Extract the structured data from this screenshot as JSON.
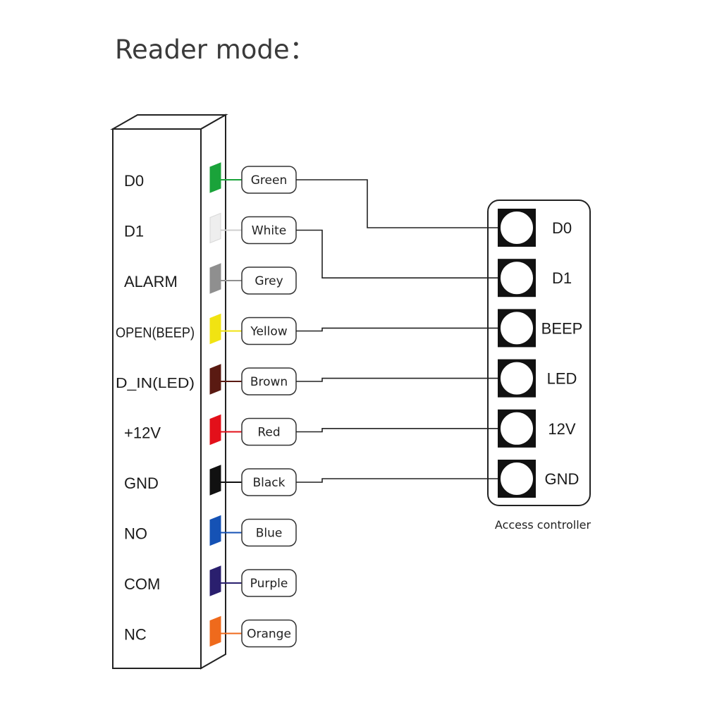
{
  "title": "Reader mode：",
  "reader": {
    "pins": [
      {
        "label": "D0",
        "wire": "Green",
        "color": "#1aa33a",
        "connects_to": "D0"
      },
      {
        "label": "D1",
        "wire": "White",
        "color": "#eeeeee",
        "connects_to": "D1"
      },
      {
        "label": "ALARM",
        "wire": "Grey",
        "color": "#8f8f8f",
        "connects_to": null
      },
      {
        "label": "OPEN(BEEP)",
        "wire": "Yellow",
        "color": "#f1e312",
        "connects_to": "BEEP"
      },
      {
        "label": "D_IN(LED)",
        "wire": "Brown",
        "color": "#5a1a12",
        "connects_to": "LED"
      },
      {
        "label": "+12V",
        "wire": "Red",
        "color": "#e3101a",
        "connects_to": "12V"
      },
      {
        "label": "GND",
        "wire": "Black",
        "color": "#111111",
        "connects_to": "GND"
      },
      {
        "label": "NO",
        "wire": "Blue",
        "color": "#1552b5",
        "connects_to": null
      },
      {
        "label": "COM",
        "wire": "Purple",
        "color": "#2a1f6e",
        "connects_to": null
      },
      {
        "label": "NC",
        "wire": "Orange",
        "color": "#ef6a1c",
        "connects_to": null
      }
    ]
  },
  "controller": {
    "caption": "Access controller",
    "terminals": [
      "D0",
      "D1",
      "BEEP",
      "LED",
      "12V",
      "GND"
    ]
  }
}
